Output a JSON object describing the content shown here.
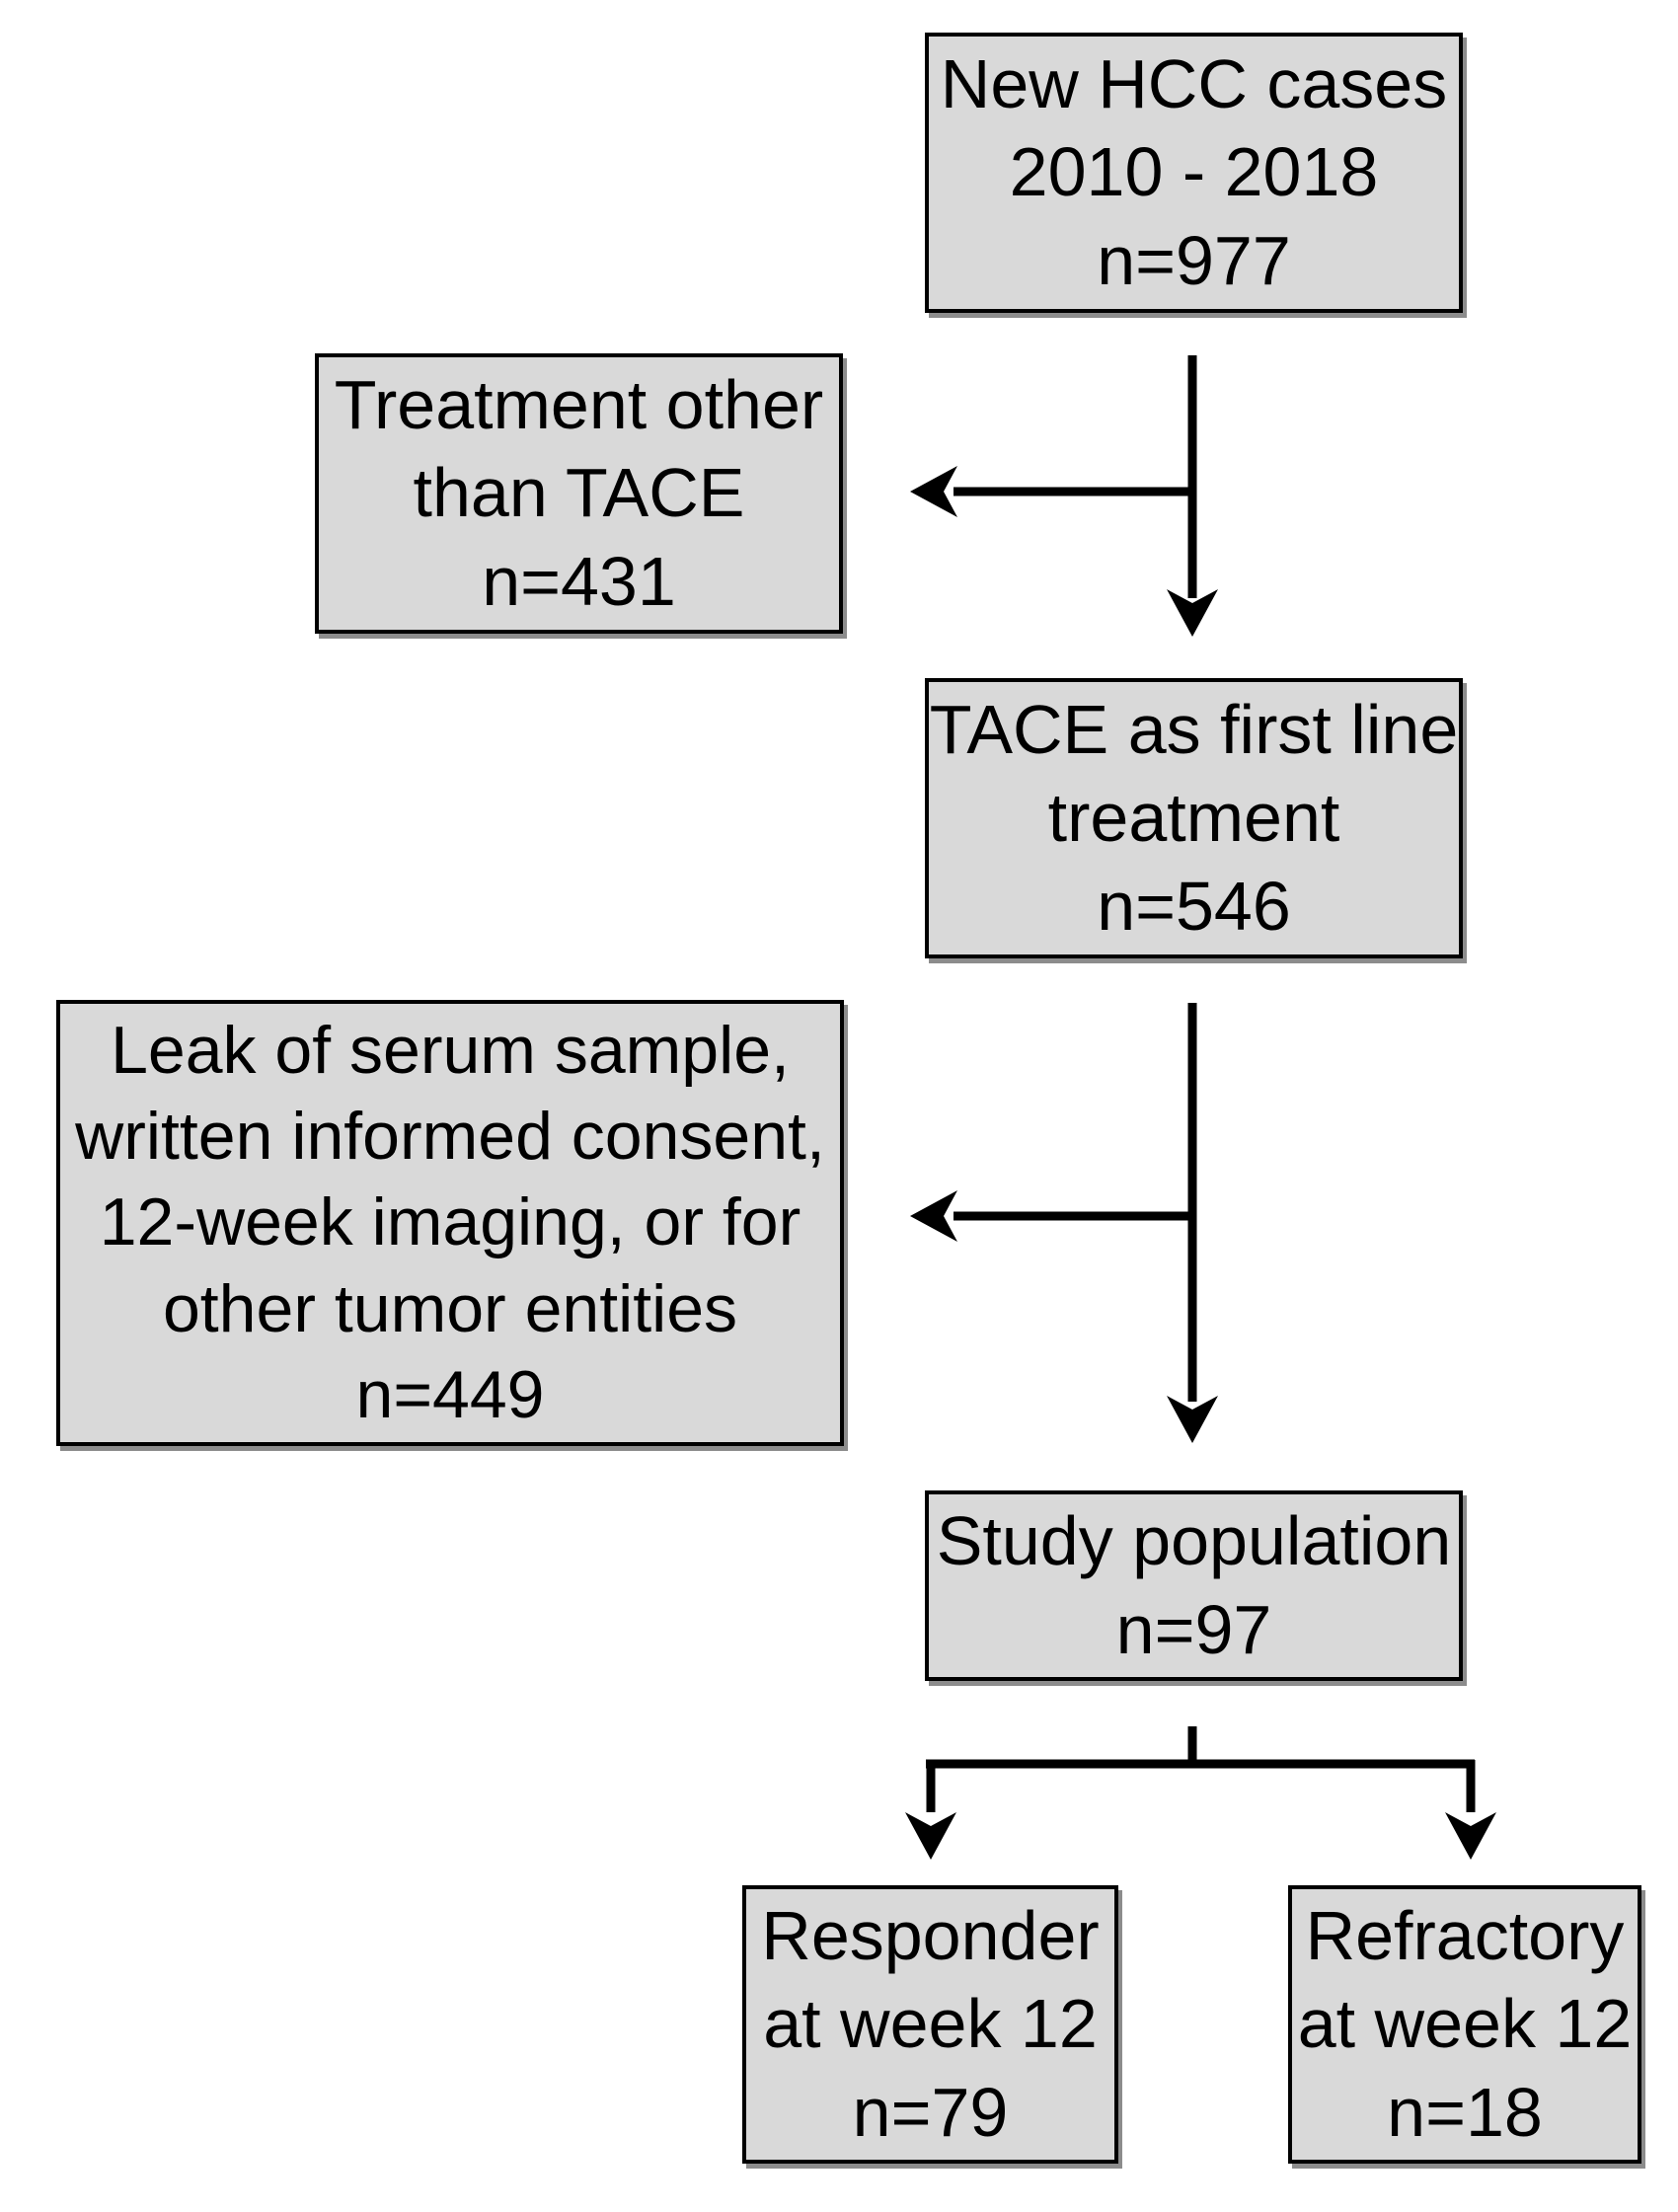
{
  "figure": {
    "kind": "study-flow-diagram"
  },
  "colors": {
    "box_fill": "#d9d9d9",
    "box_border": "#000000",
    "box_shadow": "#8c8c8c",
    "arrow": "#000000",
    "background": "#ffffff"
  },
  "nodes": {
    "new_hcc": {
      "text": "New HCC cases\n2010 - 2018\nn=977"
    },
    "other_treatment": {
      "text": "Treatment other\nthan TACE\nn=431"
    },
    "tace_first_line": {
      "text": "TACE as first line\ntreatment\nn=546"
    },
    "exclusions": {
      "text": "Leak of serum sample,\nwritten informed consent,\n12-week imaging, or for\nother tumor entities\nn=449"
    },
    "study_population": {
      "text": "Study population\nn=97"
    },
    "responder": {
      "text": "Responder\nat week 12\nn=79"
    },
    "refractory": {
      "text": "Refractory\nat week 12\nn=18"
    }
  },
  "edges": [
    {
      "from": "new_hcc",
      "to": "tace_first_line"
    },
    {
      "from": "new_hcc",
      "to": "other_treatment"
    },
    {
      "from": "tace_first_line",
      "to": "study_population"
    },
    {
      "from": "tace_first_line",
      "to": "exclusions"
    },
    {
      "from": "study_population",
      "to": "responder"
    },
    {
      "from": "study_population",
      "to": "refractory"
    }
  ]
}
